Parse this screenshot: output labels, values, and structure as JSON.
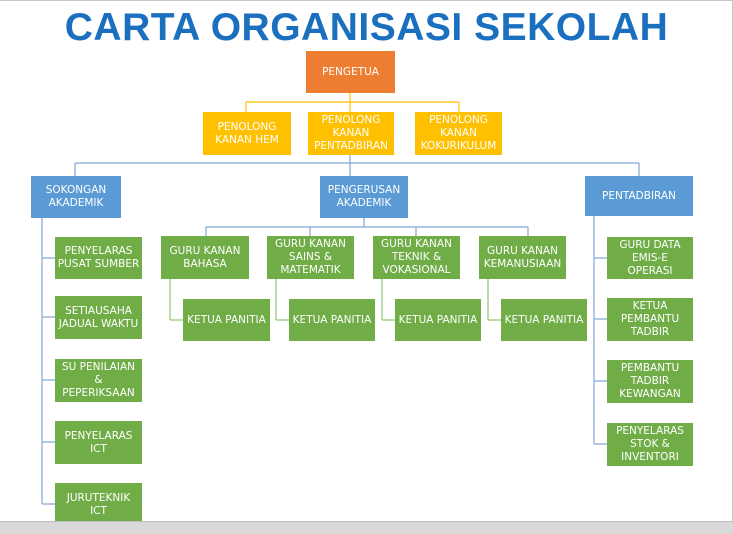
{
  "title": "CARTA ORGANISASI SEKOLAH",
  "colors": {
    "title": "#1a6fbf",
    "principal": "#ed7d31",
    "deputy": "#ffc000",
    "department": "#5b9bd5",
    "unit": "#70ad47",
    "connector_gold": "#ffc000",
    "connector_blue": "#7fa7d6",
    "connector_green": "#8fc470"
  },
  "principal": "PENGETUA",
  "deputies": {
    "hem": "PENOLONG KANAN HEM",
    "pentadbiran": "PENOLONG KANAN PENTADBIRAN",
    "kokurikulum": "PENOLONG KANAN KOKURIKULUM"
  },
  "departments": {
    "sokongan": "SOKONGAN AKADEMIK",
    "pengurusan": "PENGERUSAN AKADEMIK",
    "pentadbiran": "PENTADBIRAN"
  },
  "sokongan_units": [
    "PENYELARAS PUSAT SUMBER",
    "SETIAUSAHA JADUAL WAKTU",
    "SU PENILAIAN & PEPERIKSAAN",
    "PENYELARAS ICT",
    "JURUTEKNIK ICT"
  ],
  "gurus": [
    "GURU KANAN BAHASA",
    "GURU KANAN SAINS & MATEMATIK",
    "GURU KANAN TEKNIK & VOKASIONAL",
    "GURU KANAN KEMANUSIAAN"
  ],
  "ketua_panitia": "KETUA PANITIA",
  "pentadbiran_units": [
    "GURU DATA EMIS-E OPERASI",
    "KETUA PEMBANTU TADBIR",
    "PEMBANTU TADBIR KEWANGAN",
    "PENYELARAS STOK & INVENTORI"
  ]
}
